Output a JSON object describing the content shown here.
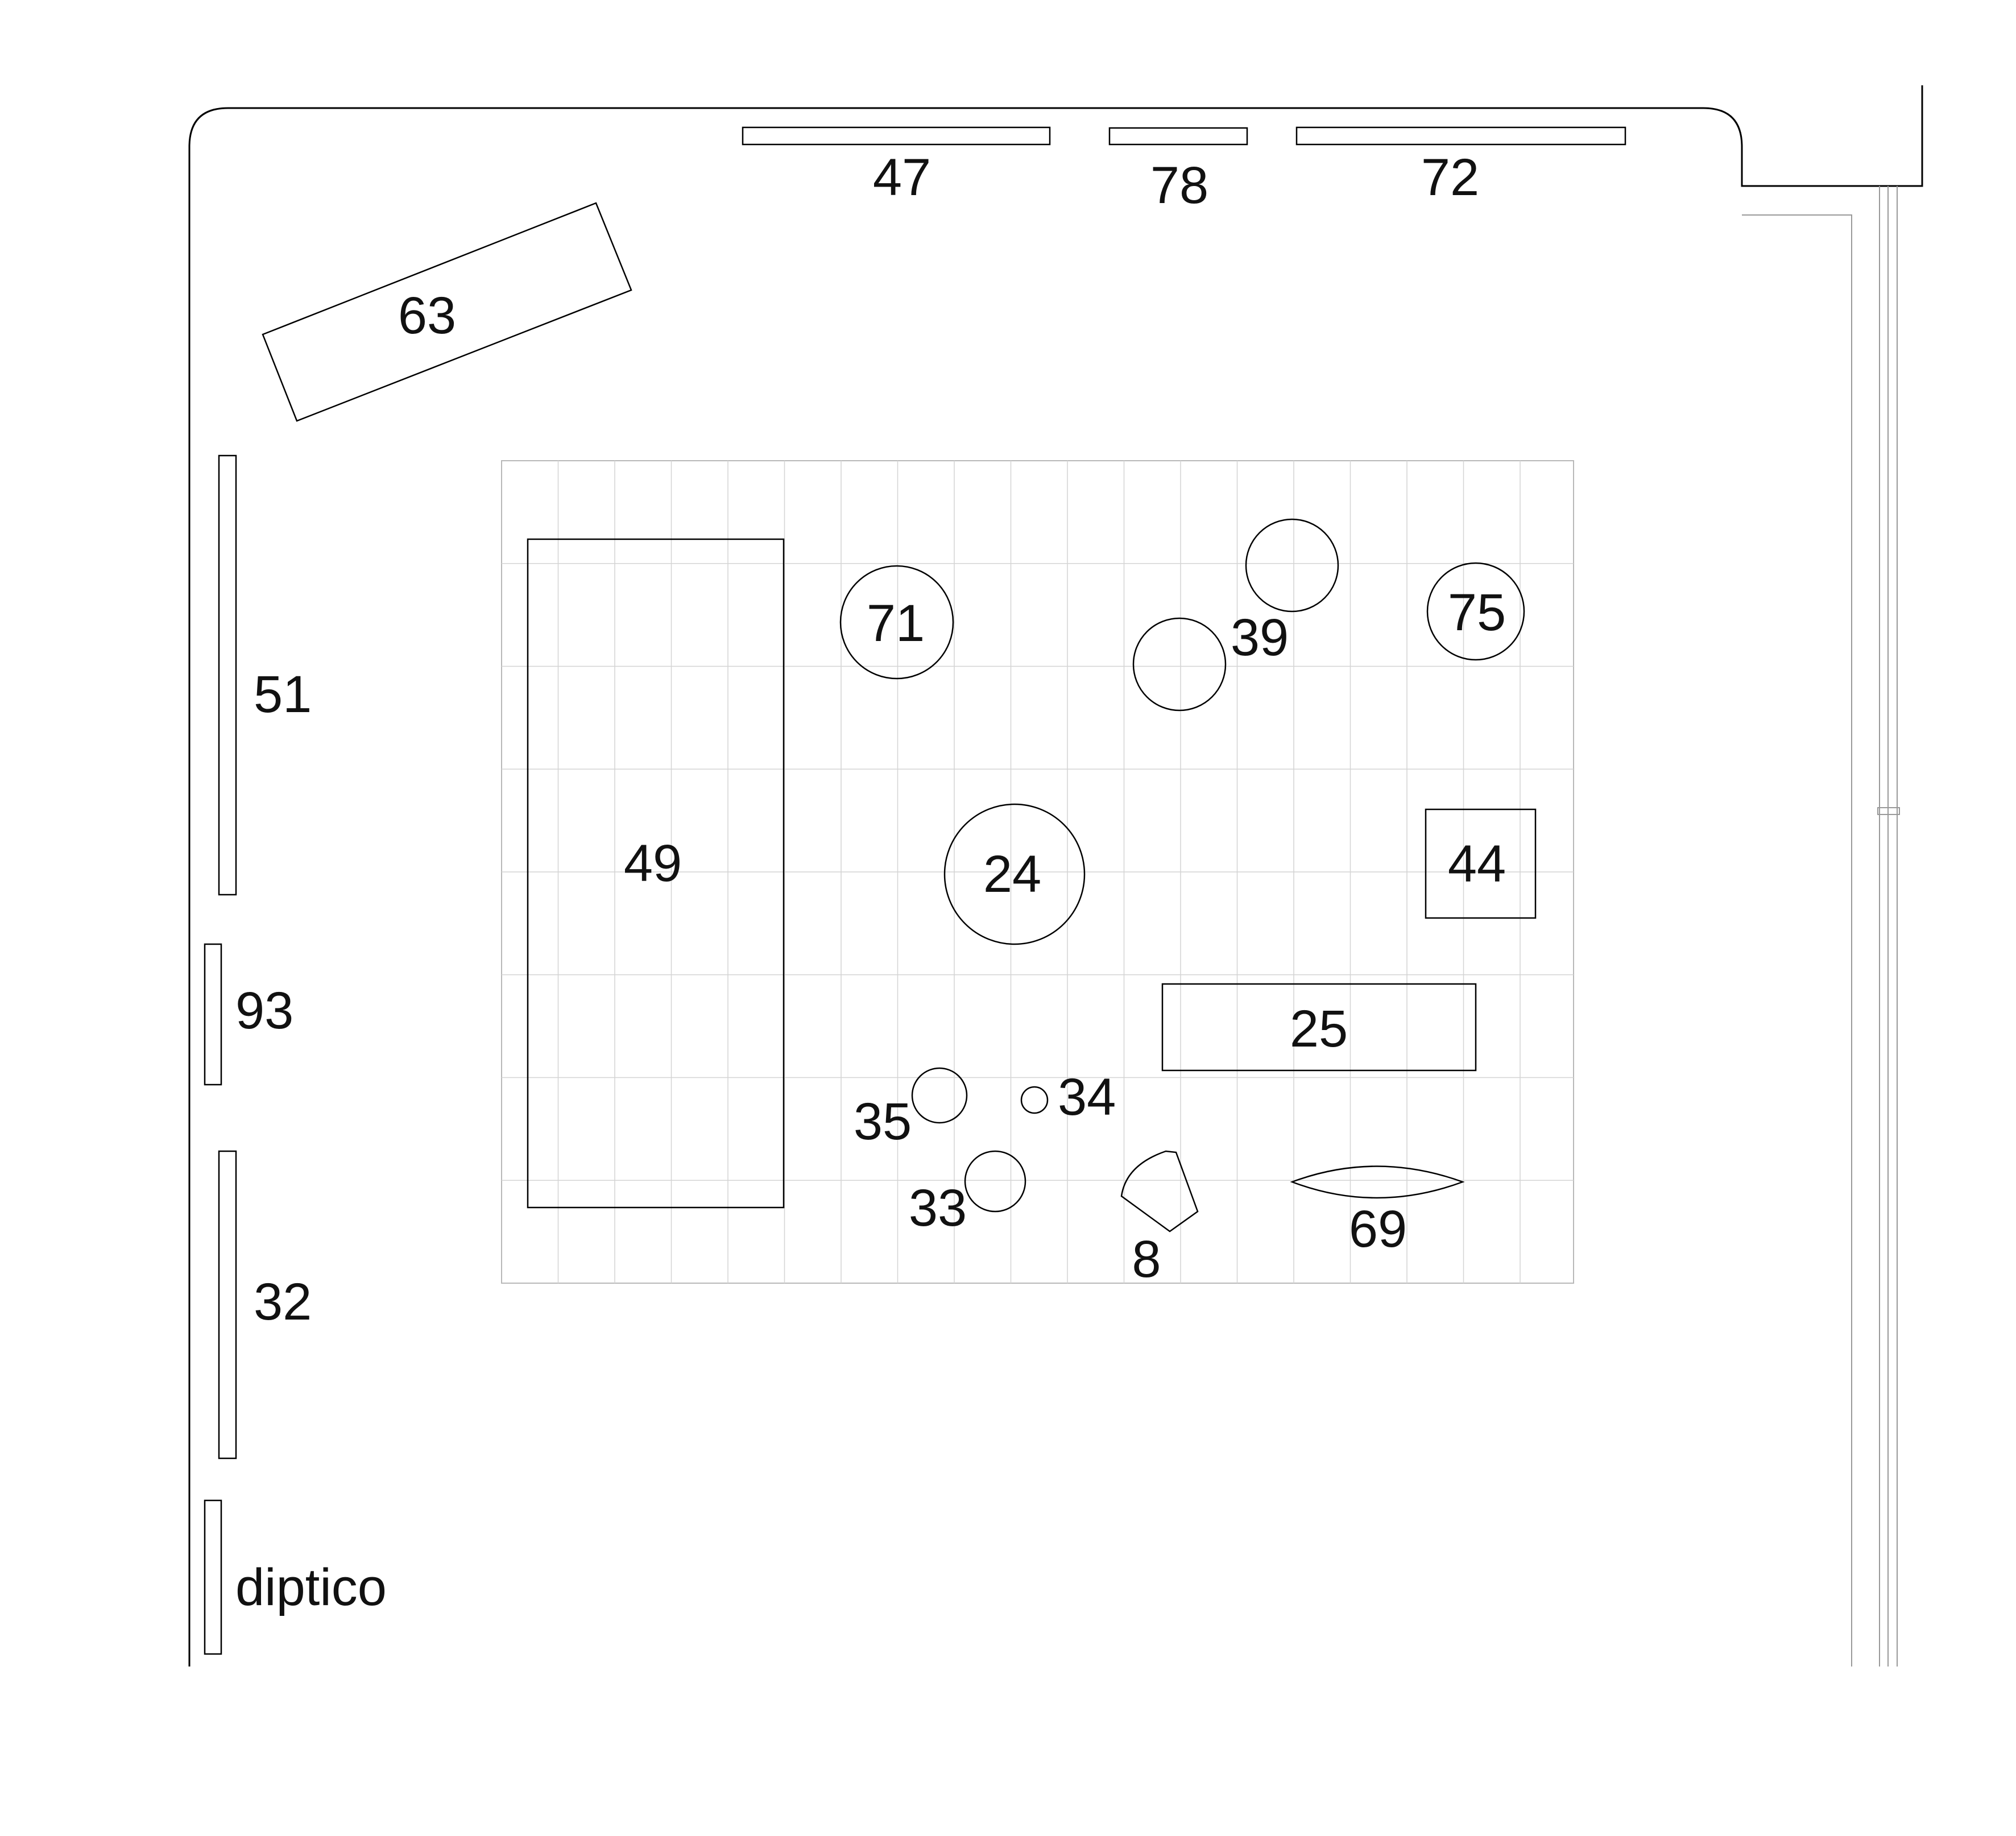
{
  "labels": {
    "w47": "47",
    "w78": "78",
    "w72": "72",
    "w63": "63",
    "w51": "51",
    "w93": "93",
    "w32": "32",
    "diptico": "diptico",
    "w49": "49",
    "w71": "71",
    "w39": "39",
    "w75": "75",
    "w24": "24",
    "w44": "44",
    "w25": "25",
    "w35": "35",
    "w34": "34",
    "w33": "33",
    "w8": "8",
    "w69": "69"
  }
}
